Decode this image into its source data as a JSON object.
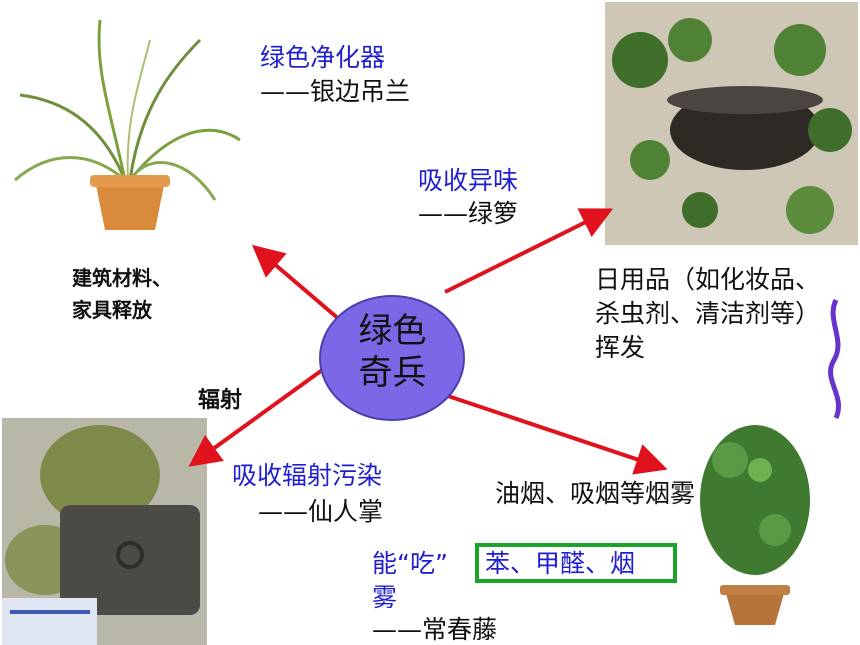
{
  "center": {
    "line1": "绿色",
    "line2": "奇兵"
  },
  "spider_plant": {
    "title": "绿色净化器",
    "name": "——银边吊兰"
  },
  "pothos": {
    "title": "吸收异味",
    "name": "——绿箩"
  },
  "building": {
    "line1": "建筑材料、",
    "line2": "家具释放"
  },
  "daily": {
    "line1": "日用品（如化妆品、",
    "line2": "杀虫剂、清洁剂等）",
    "line3": "挥发"
  },
  "radiation": {
    "label": "辐射"
  },
  "cactus": {
    "title": "吸收辐射污染",
    "name": "——仙人掌"
  },
  "smoke": {
    "label": "油烟、吸烟等烟雾"
  },
  "ivy": {
    "prefix": "能“吃”",
    "boxed": "苯、甲醛、烟",
    "cont": "雾",
    "name": "——常春藤"
  },
  "colors": {
    "arrow": "#e0121e",
    "ellipse": "#7a68e6",
    "box": "#1aa52a",
    "blue_text": "#1f1fcf",
    "squiggle": "#6633cc"
  }
}
